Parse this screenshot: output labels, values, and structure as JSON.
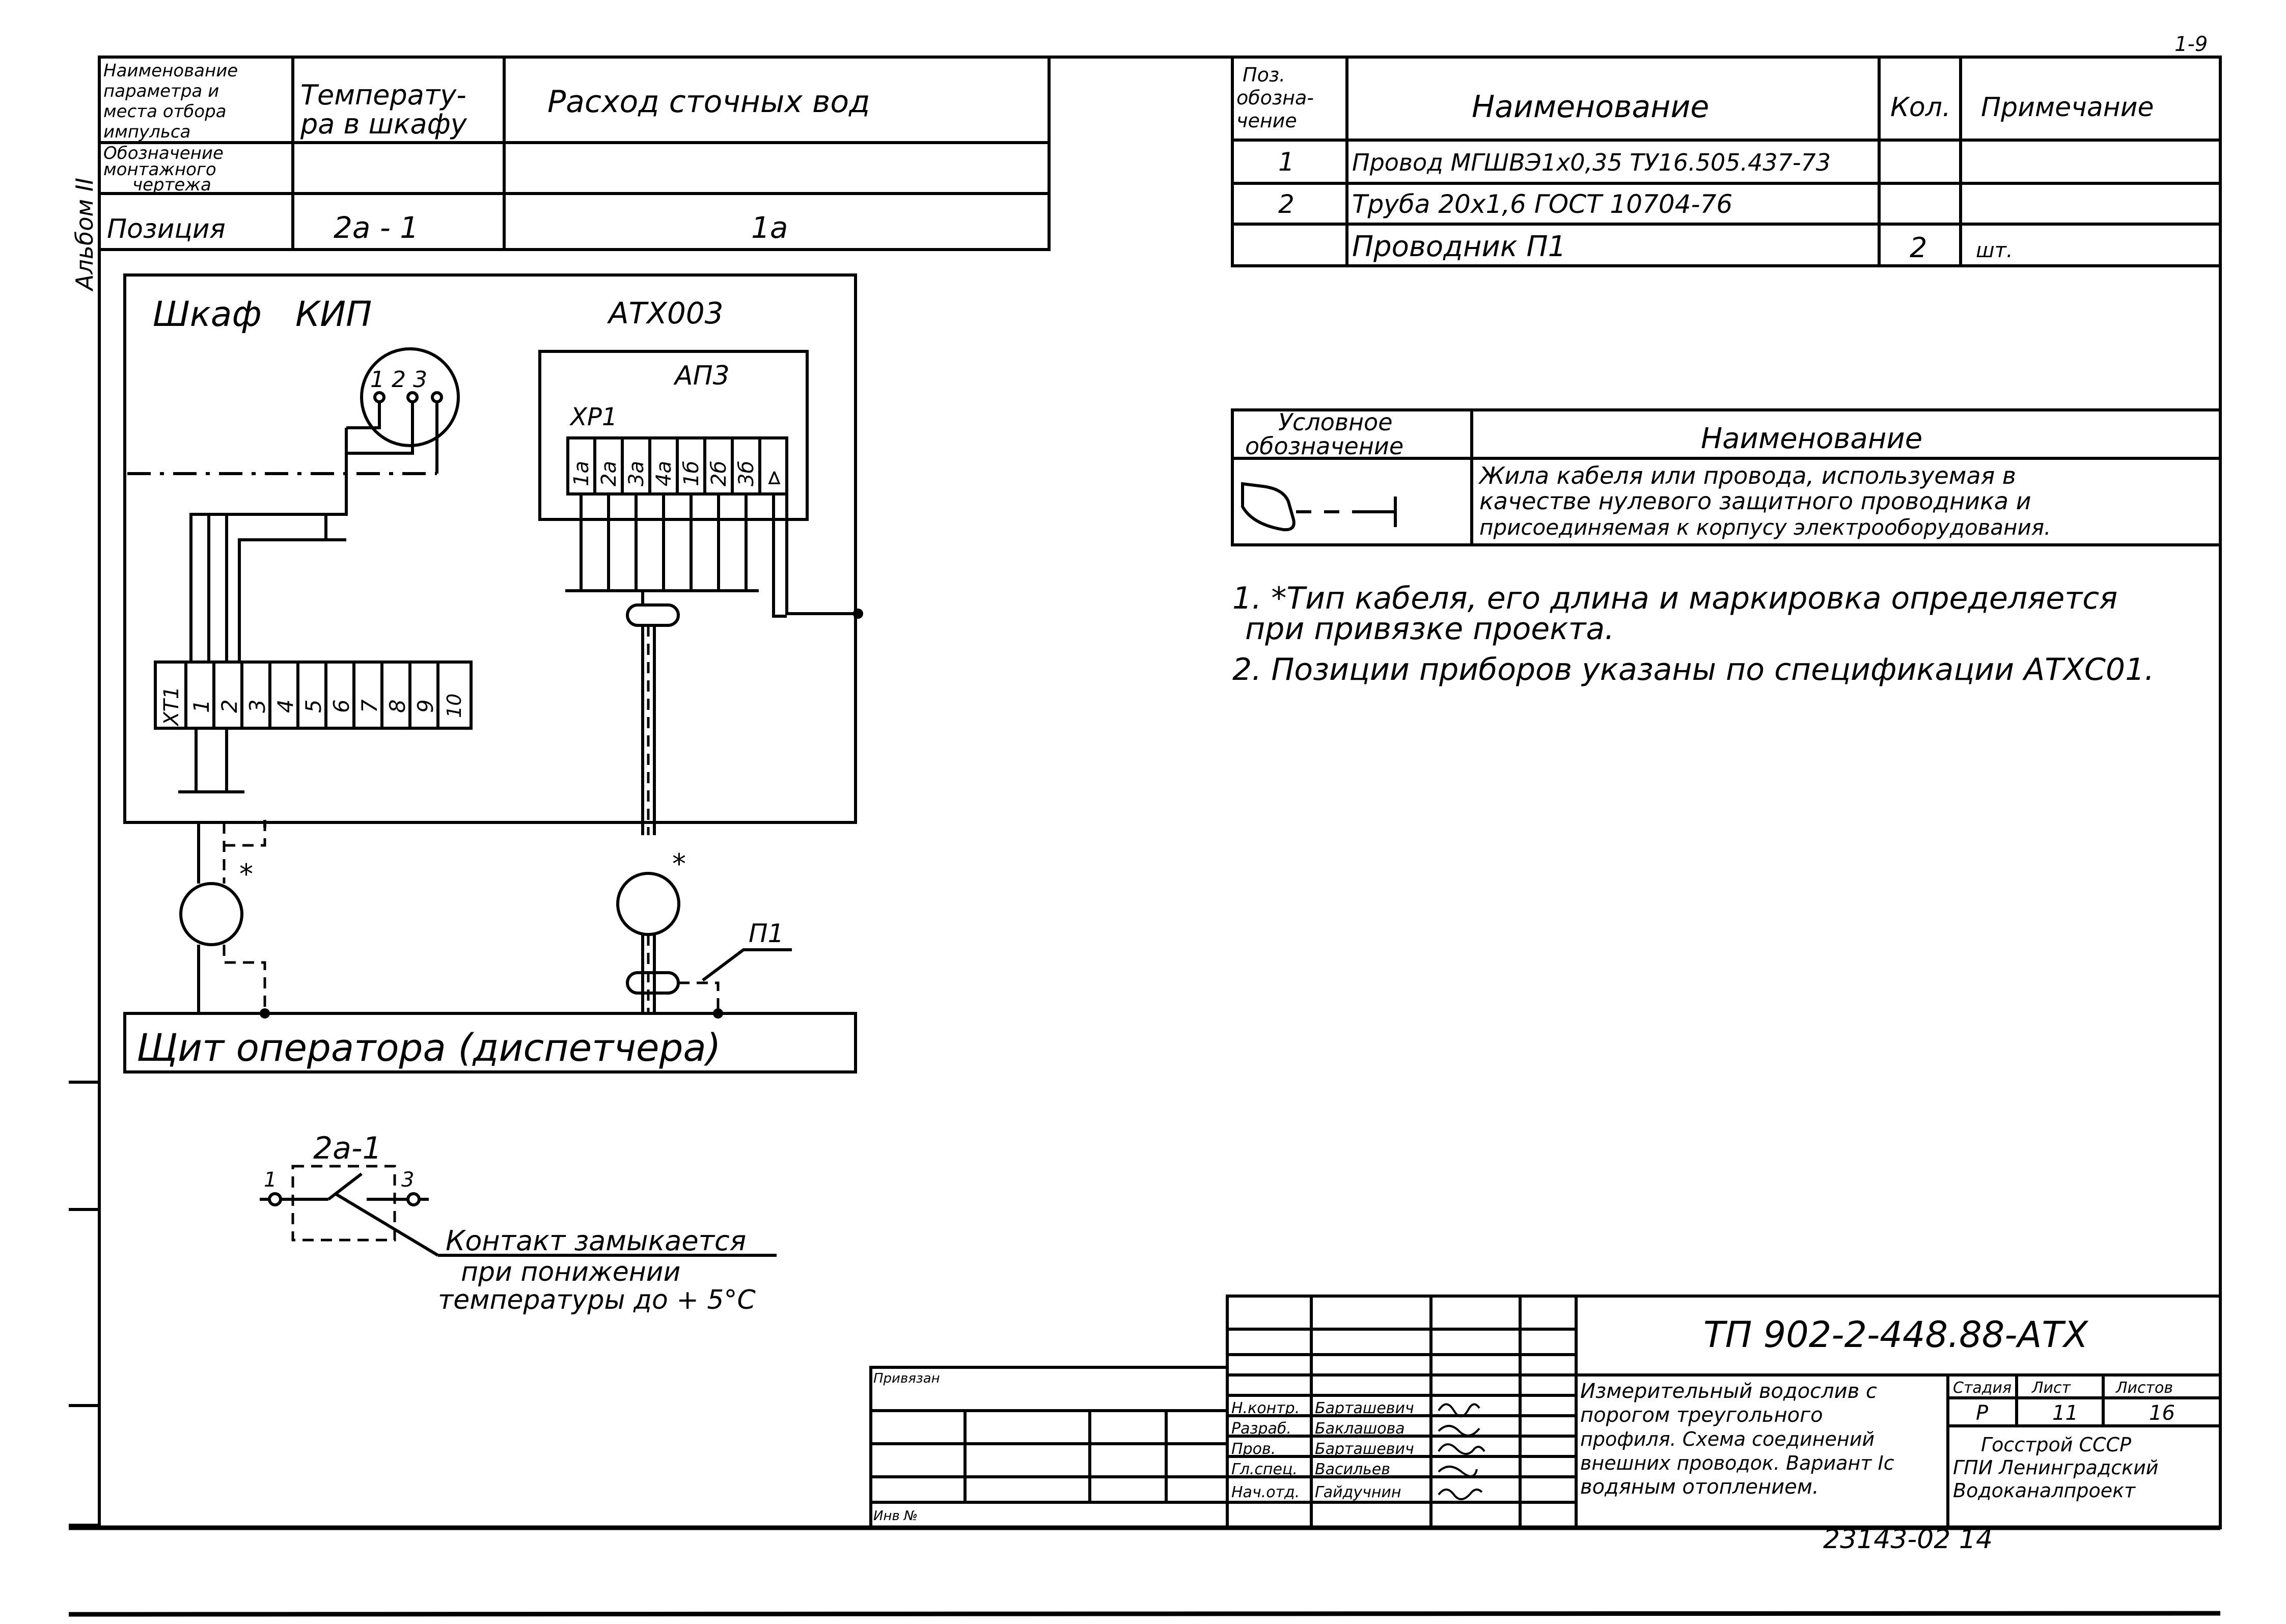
{
  "album_label": "Альбом II",
  "top_right_mark": "1-9",
  "param_table": {
    "row1": {
      "header": [
        "Наименование",
        "параметра и",
        "места отбора",
        "импульса"
      ],
      "temp": [
        "Температу-",
        "ра в шкафу"
      ],
      "flow": "Расход сточных вод"
    },
    "row2": {
      "header": [
        "Обозначение",
        "монтажного",
        "чертежа"
      ]
    },
    "row3": {
      "header": "Позиция",
      "temp": "2а - 1",
      "flow": "1а"
    }
  },
  "spec_table": {
    "headers": {
      "pos": [
        "Поз.",
        "обозна-",
        "чение"
      ],
      "name": "Наименование",
      "qty": "Кол.",
      "note": "Примечание"
    },
    "rows": [
      {
        "pos": "1",
        "name": "Провод МГШВЭ1х0,35 ТУ16.505.437-73",
        "qty": "",
        "note": ""
      },
      {
        "pos": "2",
        "name": "Труба 20х1,6 ГОСТ 10704-76",
        "qty": "",
        "note": ""
      },
      {
        "pos": "",
        "name": "Проводник П1",
        "qty": "2",
        "note": "шт."
      }
    ]
  },
  "legend": {
    "header_symbol": [
      "Условное",
      "обозначение"
    ],
    "header_name": "Наименование",
    "description": [
      "Жила кабеля или провода, используемая в",
      "качестве нулевого защитного проводника и",
      "присоединяемая к корпусу электрооборудования."
    ]
  },
  "notes": [
    "1. *Тип кабеля, его длина и маркировка определяется",
    "при привязке проекта.",
    "2. Позиции приборов указаны по спецификации АТХС01."
  ],
  "cabinet": {
    "title_left": "Шкаф",
    "title_right": "КИП",
    "device_pins": "1 2 3",
    "terminal_label": "ХТ1",
    "terminals": [
      "1",
      "2",
      "3",
      "4",
      "5",
      "6",
      "7",
      "8",
      "9",
      "10"
    ]
  },
  "unit": {
    "title": "АТХ003",
    "module": "АП3",
    "connector": "ХР1",
    "pins": [
      "1а",
      "2а",
      "3а",
      "4а",
      "1б",
      "2б",
      "3б",
      "⊳"
    ]
  },
  "wire_label": "П1",
  "asterisk": "*",
  "operator_panel": "Щит оператора (диспетчера)",
  "switch": {
    "label": "2а-1",
    "pin_left": "1",
    "pin_right": "3",
    "caption": [
      "Контакт замыкается",
      "при понижении",
      "температуры до + 5°С"
    ]
  },
  "title_block": {
    "code": "ТП 902-2-448.88-АТХ",
    "binding_label": "Привязан",
    "inv_label": "Инв № ",
    "staff": [
      {
        "role": "Н.контр.",
        "name": "Барташевич"
      },
      {
        "role": "Разраб.",
        "name": "Баклашова"
      },
      {
        "role": "Пров.",
        "name": "Барташевич"
      },
      {
        "role": "Гл.спец.",
        "name": "Васильев"
      },
      {
        "role": "Нач.отд.",
        "name": "Гайдучнин"
      }
    ],
    "description": [
      "Измерительный водослив с",
      "порогом треугольного",
      "профиля. Схема соединений",
      "внешних проводок. Вариант Iс",
      "водяным отоплением."
    ],
    "stage_header": "Стадия",
    "sheet_header": "Лист",
    "sheets_header": "Листов",
    "stage": "Р",
    "sheet": "11",
    "sheets": "16",
    "organization": [
      "Госстрой СССР",
      "ГПИ Ленинградский",
      "Водоканалпроект"
    ],
    "doc_number": "23143-02 14"
  }
}
